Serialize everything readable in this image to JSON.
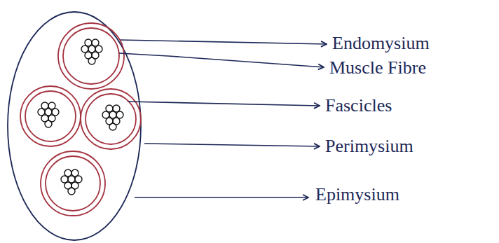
{
  "diagram": {
    "labels": [
      "Endomysium",
      "Muscle Fibre",
      "Fascicles",
      "Perimysium",
      "Epimysium"
    ]
  }
}
